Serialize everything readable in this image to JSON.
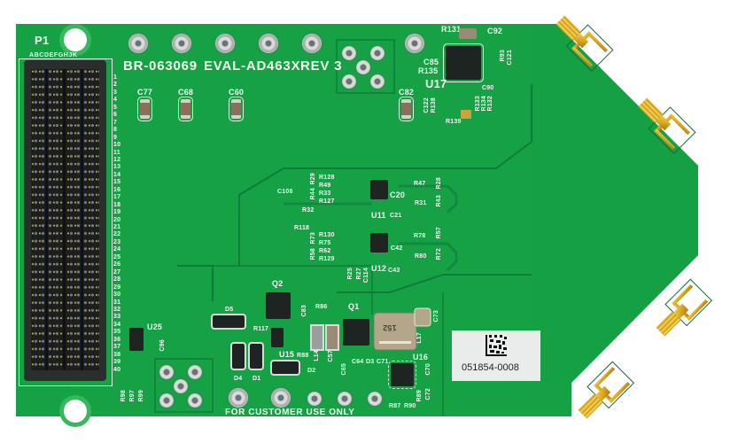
{
  "board": {
    "description": "Green PCB evaluation board with connector, ICs and four SMA connectors",
    "colors": {
      "pcb_green": "#17a145",
      "pcb_dark_green": "#0f7c3a",
      "silkscreen": "#f2f7f2",
      "sma_gold": "#d9a622",
      "connector_black": "#1c1f1e",
      "label_white": "#e9eceb",
      "background": "#ffffff"
    },
    "title_text": {
      "part_number": "BR-063069",
      "board_name": "EVAL-AD463X",
      "revision": "REV 3"
    },
    "connector": {
      "designator": "P1",
      "column_letters": "ABCDEFGHJK",
      "row_numbers": [
        "1",
        "2",
        "3",
        "4",
        "5",
        "6",
        "7",
        "8",
        "9",
        "10",
        "11",
        "12",
        "13",
        "14",
        "15",
        "16",
        "17",
        "18",
        "19",
        "20",
        "21",
        "22",
        "23",
        "24",
        "25",
        "26",
        "27",
        "28",
        "29",
        "30",
        "31",
        "32",
        "33",
        "34",
        "35",
        "36",
        "37",
        "38",
        "39",
        "40"
      ]
    },
    "footer_text": "FOR CUSTOMER USE ONLY",
    "sticker": {
      "serial": "051854-0008",
      "barcode": "datamatrix"
    },
    "ic_labels": {
      "u17": "U17",
      "u11": "U11",
      "u12": "U12",
      "u15": "U15",
      "u16": "U16",
      "u25": "U25",
      "q1": "Q1",
      "q2": "Q2",
      "l17": "L17",
      "l14": "L14",
      "d1": "D1",
      "d2": "D2",
      "d3": "D3",
      "d4": "D4",
      "d5": "D5",
      "inductor_marking": "152"
    },
    "capacitor_labels": {
      "c77": "C77",
      "c68": "C68",
      "c60": "C60",
      "c82": "C82",
      "c85": "C85",
      "c92": "C92",
      "c90": "C90",
      "c121": "C121",
      "c122": "C122",
      "c108": "C108",
      "c20": "C20",
      "c21": "C21",
      "c42": "C42",
      "c43": "C43",
      "c114": "C114",
      "c73": "C73",
      "c57": "C57",
      "c64": "C64",
      "c65": "C65",
      "c70": "C70",
      "c71": "C71",
      "c72": "C72",
      "c96": "C96",
      "c83": "C83"
    },
    "resistor_labels": {
      "r131": "R131",
      "r135": "R135",
      "r138": "R138",
      "r139": "R139",
      "r93": "R93",
      "r132": "R132",
      "r133": "R133",
      "r134": "R134",
      "r128": "R128",
      "r44": "R44",
      "r29": "R29",
      "r49": "R49",
      "r33": "R33",
      "r127": "R127",
      "r32": "R32",
      "r118": "R118",
      "r47": "R47",
      "r28": "R28",
      "r31": "R31",
      "r43": "R43",
      "r130": "R130",
      "r73": "R73",
      "r58": "R58",
      "r75": "R75",
      "r62": "R62",
      "r129": "R129",
      "r78": "R78",
      "r57": "R57",
      "r80": "R80",
      "r72": "R72",
      "r25": "R25",
      "r27": "R27",
      "r86": "R86",
      "r117": "R117",
      "r88": "R88",
      "r87": "R87",
      "r90": "R90",
      "r89": "R89",
      "r97": "R97",
      "r98": "R98",
      "r99": "R99"
    },
    "sma_connectors": [
      {
        "position": "top-upper"
      },
      {
        "position": "top-lower"
      },
      {
        "position": "bottom-upper"
      },
      {
        "position": "bottom-lower"
      }
    ]
  }
}
